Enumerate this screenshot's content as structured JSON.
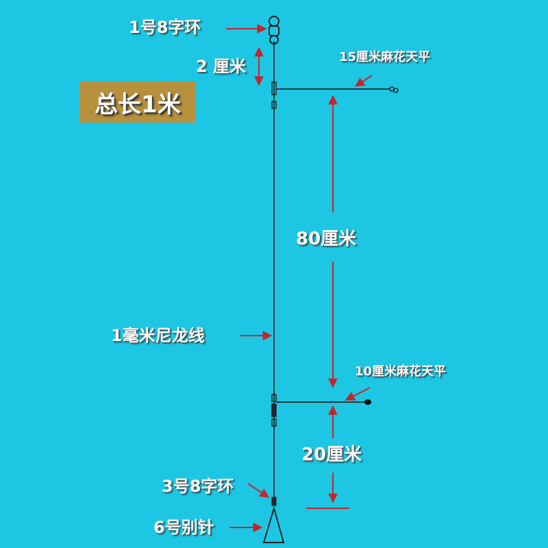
{
  "title_badge": "总长1米",
  "labels": {
    "swivel_top": "1号8字环",
    "gap_2cm": "2 厘米",
    "balance_15cm": "15厘米麻花天平",
    "length_80cm": "80厘米",
    "nylon_line": "1毫米尼龙线",
    "balance_10cm": "10厘米麻花天平",
    "length_20cm": "20厘米",
    "swivel_bottom": "3号8字环",
    "snap": "6号别针"
  },
  "colors": {
    "background": "#1dc7e4",
    "badge": "#b8913f",
    "arrow": "#c2272d",
    "line": "#2a3a3a"
  }
}
